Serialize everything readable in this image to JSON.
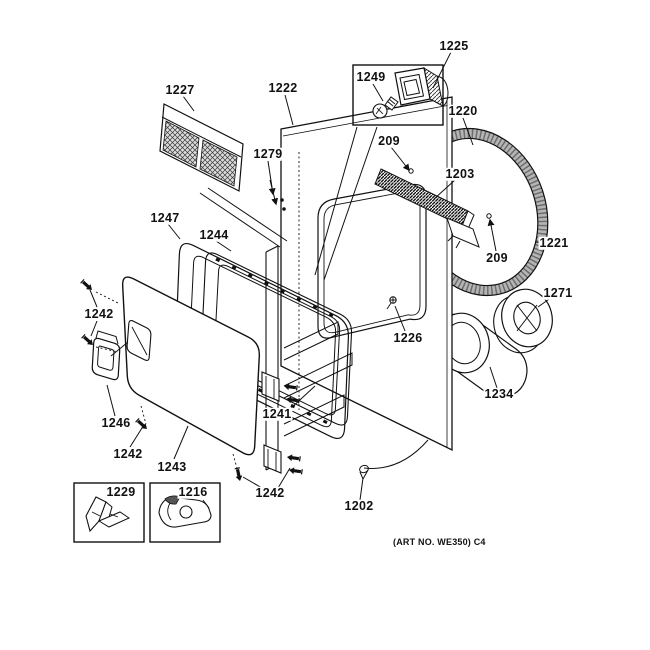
{
  "footer_text": "(ART NO. WE350) C4",
  "labels": [
    {
      "text": "1225"
    },
    {
      "text": "1249"
    },
    {
      "text": "1227"
    },
    {
      "text": "1222"
    },
    {
      "text": "1220"
    },
    {
      "text": "209"
    },
    {
      "text": "1279"
    },
    {
      "text": "1203"
    },
    {
      "text": "1221"
    },
    {
      "text": "209"
    },
    {
      "text": "1271"
    },
    {
      "text": "1247"
    },
    {
      "text": "1244"
    },
    {
      "text": "1242"
    },
    {
      "text": "1226"
    },
    {
      "text": "1234"
    },
    {
      "text": "1246"
    },
    {
      "text": "1242"
    },
    {
      "text": "1243"
    },
    {
      "text": "1241"
    },
    {
      "text": "1242"
    },
    {
      "text": "1202"
    },
    {
      "text": "1229"
    },
    {
      "text": "1216"
    }
  ]
}
